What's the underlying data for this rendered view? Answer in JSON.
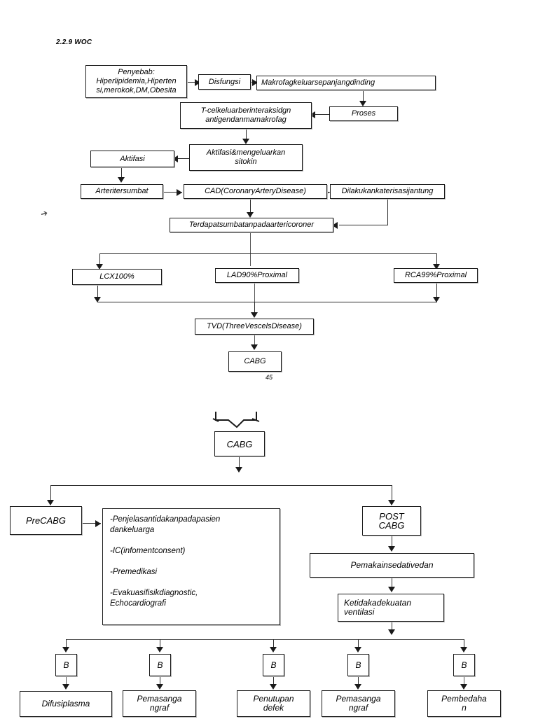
{
  "document": {
    "section_heading": "2.2.9 WOC",
    "page_number": "45"
  },
  "diagram_top": {
    "nodes": {
      "penyebab": "Penyebab:\nHiperlipidemia,Hiperten\nsi,merokok,DM,Obesita",
      "disfungsi": "Disfungsi",
      "makrofag": "Makrofagkeluarsepanjangdinding",
      "proses": "Proses",
      "tcell": "T-celkeluarberinteraksidgn\nantigendanmamakrofag",
      "aktifasi_sitokin": "Aktifasi&mengeluarkan\nsitokin",
      "aktifasi": "Aktifasi",
      "arteritersumbat": "Arteritersumbat",
      "cad": "CAD(CoronaryArteryDisease)",
      "kateterisasi": "Dilakukankaterisasijantung",
      "terdapatsumbatan": "Terdapatsumbatanpadaartericoroner",
      "lcx": "LCX100%",
      "lad": "LAD90%Proximal",
      "rca": "RCA99%Proximal",
      "tvd": "TVD(ThreeVescelsDisease)",
      "cabg": "CABG"
    }
  },
  "diagram_bottom": {
    "nodes": {
      "cabg": "CABG",
      "precabg": "PreCABG",
      "pre_list": "-Penjelasantidakanpadapasien\n  dankeluarga\n\n-IC(infomentconsent)\n\n-Premedikasi\n\n-Evakuasifisikdiagnostic,\n  Echocardiografi",
      "postcabg": "POST\nCABG",
      "sedative": "Pemakainsedativedan",
      "ventilasi": "Ketidakadekuatan\nventilasi",
      "b1": "B",
      "b2": "B",
      "b3": "B",
      "b4": "B",
      "b5": "B",
      "difusiplasma": "Difusiplasma",
      "pemasangangraf1": "Pemasanga\nngraf",
      "penutupandefek": "Penutupan\ndefek",
      "pemasangangraf2": "Pemasanga\nngraf",
      "pembedahan": "Pembedaha\nn"
    }
  },
  "style": {
    "line_color": "#2b2b2b",
    "box_border": "#1a1a1a",
    "background": "#ffffff"
  }
}
